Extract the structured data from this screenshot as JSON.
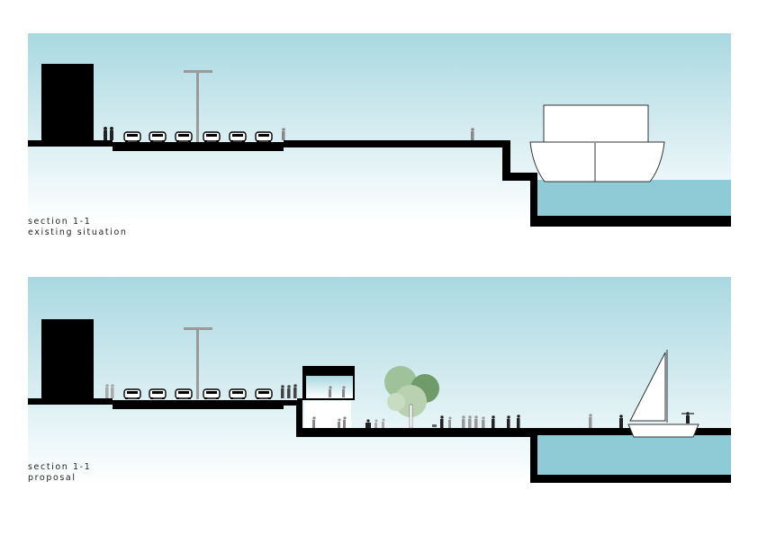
{
  "sections": {
    "existing": {
      "line1": "section 1-1",
      "line2": "existing situation"
    },
    "proposal": {
      "line1": "section 1-1",
      "line2": "proposal"
    }
  },
  "colors": {
    "sky_top": "#a9d8e1",
    "sky_bottom": "#ffffff",
    "water": "#8ecbd6",
    "ground": "#000000",
    "lamp": "#9a9a9a",
    "tree_light": "#b9d1b1",
    "tree_dark": "#6f9a6a"
  }
}
